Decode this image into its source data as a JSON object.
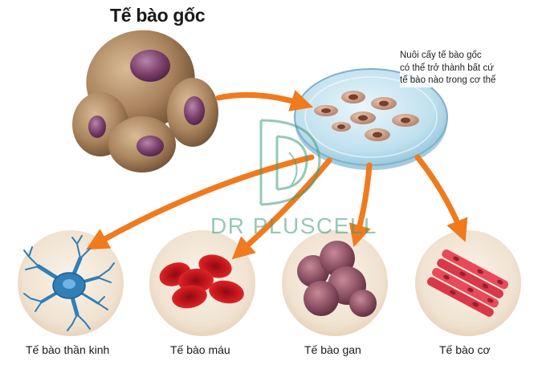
{
  "title": "Tế bào gốc",
  "callout": {
    "lines": [
      "Nuôi cấy tế bào gốc",
      "có thể trở thành bất cứ",
      "tế bào nào trong cơ thể"
    ]
  },
  "watermark": {
    "brand_text": "DR PLUSCELL",
    "color": "#3f9d7a"
  },
  "cell_types": [
    {
      "label": "Tế bào thần kinh",
      "icon": "neuron-icon"
    },
    {
      "label": "Tế bào máu",
      "icon": "red-blood-cells-icon"
    },
    {
      "label": "Tế bào gan",
      "icon": "liver-cells-icon"
    },
    {
      "label": "Tế bào cơ",
      "icon": "muscle-cells-icon"
    }
  ],
  "colors": {
    "arrow": "#f07a1e",
    "stem_cell": "#a9835d",
    "nucleus": "#7a3f6a",
    "dish": "#bfe0ee"
  }
}
